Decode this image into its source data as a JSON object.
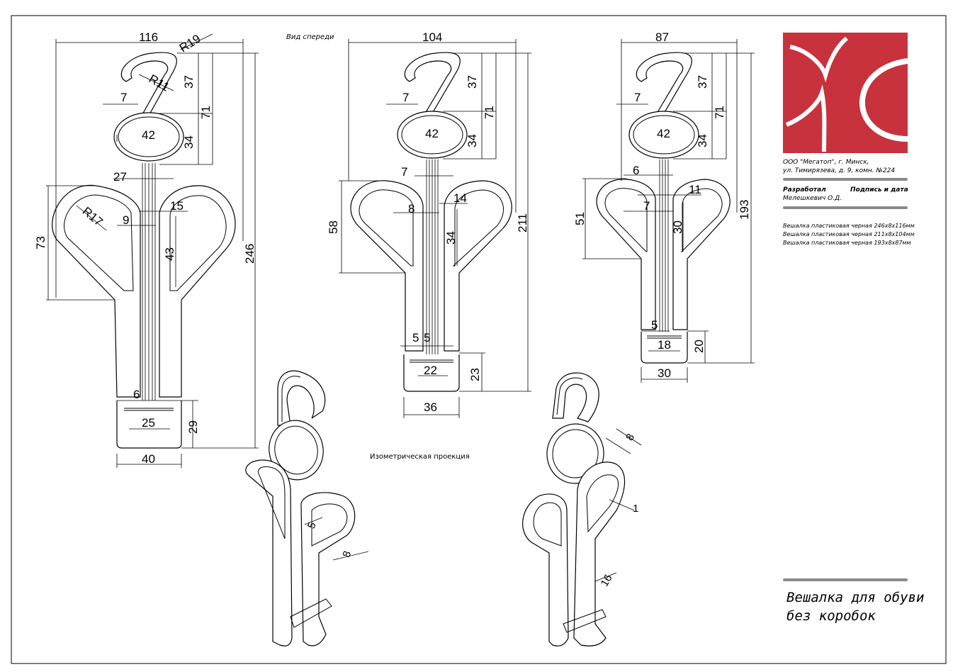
{
  "views": {
    "front_label": "Вид спереди",
    "iso_label": "Изометрическая проекция"
  },
  "hanger_large": {
    "dims": [
      "116",
      "R19",
      "R11",
      "7",
      "37",
      "71",
      "42",
      "34",
      "27",
      "R17",
      "9",
      "15",
      "73",
      "43",
      "246",
      "6",
      "25",
      "29",
      "40"
    ]
  },
  "hanger_medium": {
    "dims": [
      "104",
      "7",
      "37",
      "71",
      "42",
      "34",
      "7",
      "8",
      "14",
      "58",
      "34",
      "211",
      "5",
      "5",
      "22",
      "23",
      "36"
    ]
  },
  "hanger_small": {
    "dims": [
      "87",
      "7",
      "37",
      "71",
      "42",
      "34",
      "6",
      "11",
      "7",
      "51",
      "30",
      "193",
      "5",
      "18",
      "20",
      "30"
    ]
  },
  "iso_dims": {
    "left": [
      "5",
      "8"
    ],
    "right": [
      "8",
      "1",
      "16"
    ]
  },
  "title_block": {
    "company_line1": "ООО \"Мегатоп\", г. Минск,",
    "company_line2": "ул. Тимирязева, д. 9, комн. №224",
    "developer_label": "Разработал",
    "signature_label": "Подпись и дата",
    "developer_name": "Мелешкевич О.Д.",
    "spec_lines": [
      "Вешалка пластиковая черная 246х8х116мм",
      "Вешалка пластиковая черная 211х8х104мм",
      "Вешалка пластиковая черная 193х8х87мм"
    ],
    "title_line1": "Вешалка для обуви",
    "title_line2": "без коробок",
    "logo_color": "#c8323c"
  }
}
